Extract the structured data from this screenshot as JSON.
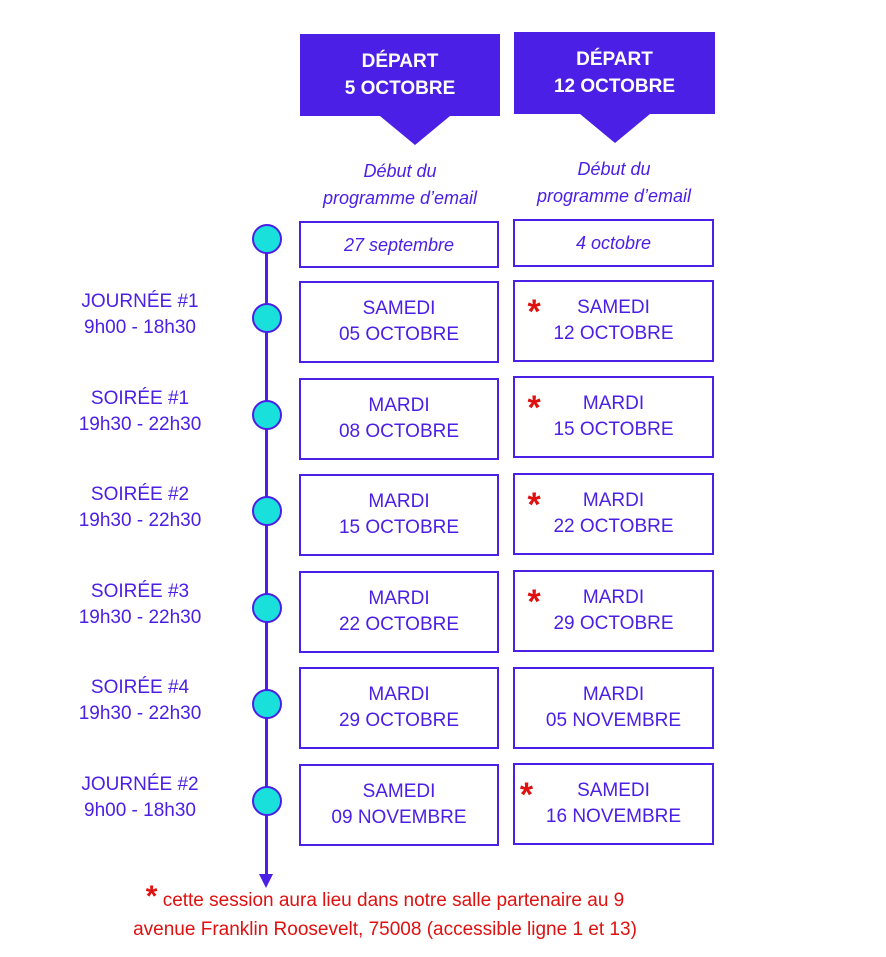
{
  "columns": [
    {
      "title_line1": "DÉPART",
      "title_line2": "5 OCTOBRE",
      "debut_line1": "Début du",
      "debut_line2": "programme d’email",
      "start_date": "27 septembre"
    },
    {
      "title_line1": "DÉPART",
      "title_line2": "12 OCTOBRE",
      "debut_line1": "Début du",
      "debut_line2": "programme d’email",
      "start_date": "4 octobre"
    }
  ],
  "sessions": [
    {
      "label_line1": "JOURNÉE #1",
      "label_line2": "9h00 - 18h30",
      "col1_line1": "SAMEDI",
      "col1_line2": "05 OCTOBRE",
      "col2_line1": "SAMEDI",
      "col2_line2": "12 OCTOBRE",
      "col2_star": "*"
    },
    {
      "label_line1": "SOIRÉE #1",
      "label_line2": "19h30 - 22h30",
      "col1_line1": "MARDI",
      "col1_line2": "08 OCTOBRE",
      "col2_line1": "MARDI",
      "col2_line2": "15 OCTOBRE",
      "col2_star": "*"
    },
    {
      "label_line1": "SOIRÉE #2",
      "label_line2": "19h30 - 22h30",
      "col1_line1": "MARDI",
      "col1_line2": "15 OCTOBRE",
      "col2_line1": "MARDI",
      "col2_line2": "22 OCTOBRE",
      "col2_star": "*"
    },
    {
      "label_line1": "SOIRÉE #3",
      "label_line2": "19h30 - 22h30",
      "col1_line1": "MARDI",
      "col1_line2": "22 OCTOBRE",
      "col2_line1": "MARDI",
      "col2_line2": "29 OCTOBRE",
      "col2_star": "*"
    },
    {
      "label_line1": "SOIRÉE #4",
      "label_line2": "19h30 - 22h30",
      "col1_line1": "MARDI",
      "col1_line2": "29 OCTOBRE",
      "col2_line1": "MARDI",
      "col2_line2": "05 NOVEMBRE",
      "col2_star": ""
    },
    {
      "label_line1": "JOURNÉE #2",
      "label_line2": "9h00 - 18h30",
      "col1_line1": "SAMEDI",
      "col1_line2": "09 NOVEMBRE",
      "col2_line1": "SAMEDI",
      "col2_line2": "16 NOVEMBRE",
      "col2_star": "*"
    }
  ],
  "footnote": {
    "star": "*",
    "line1": "cette session aura lieu dans notre salle partenaire au 9",
    "line2": "avenue Franklin Roosevelt, 75008 (accessible ligne 1 et 13)"
  },
  "colors": {
    "accent": "#4b1fe6",
    "dot": "#1ae0dc",
    "star": "#e01010"
  }
}
